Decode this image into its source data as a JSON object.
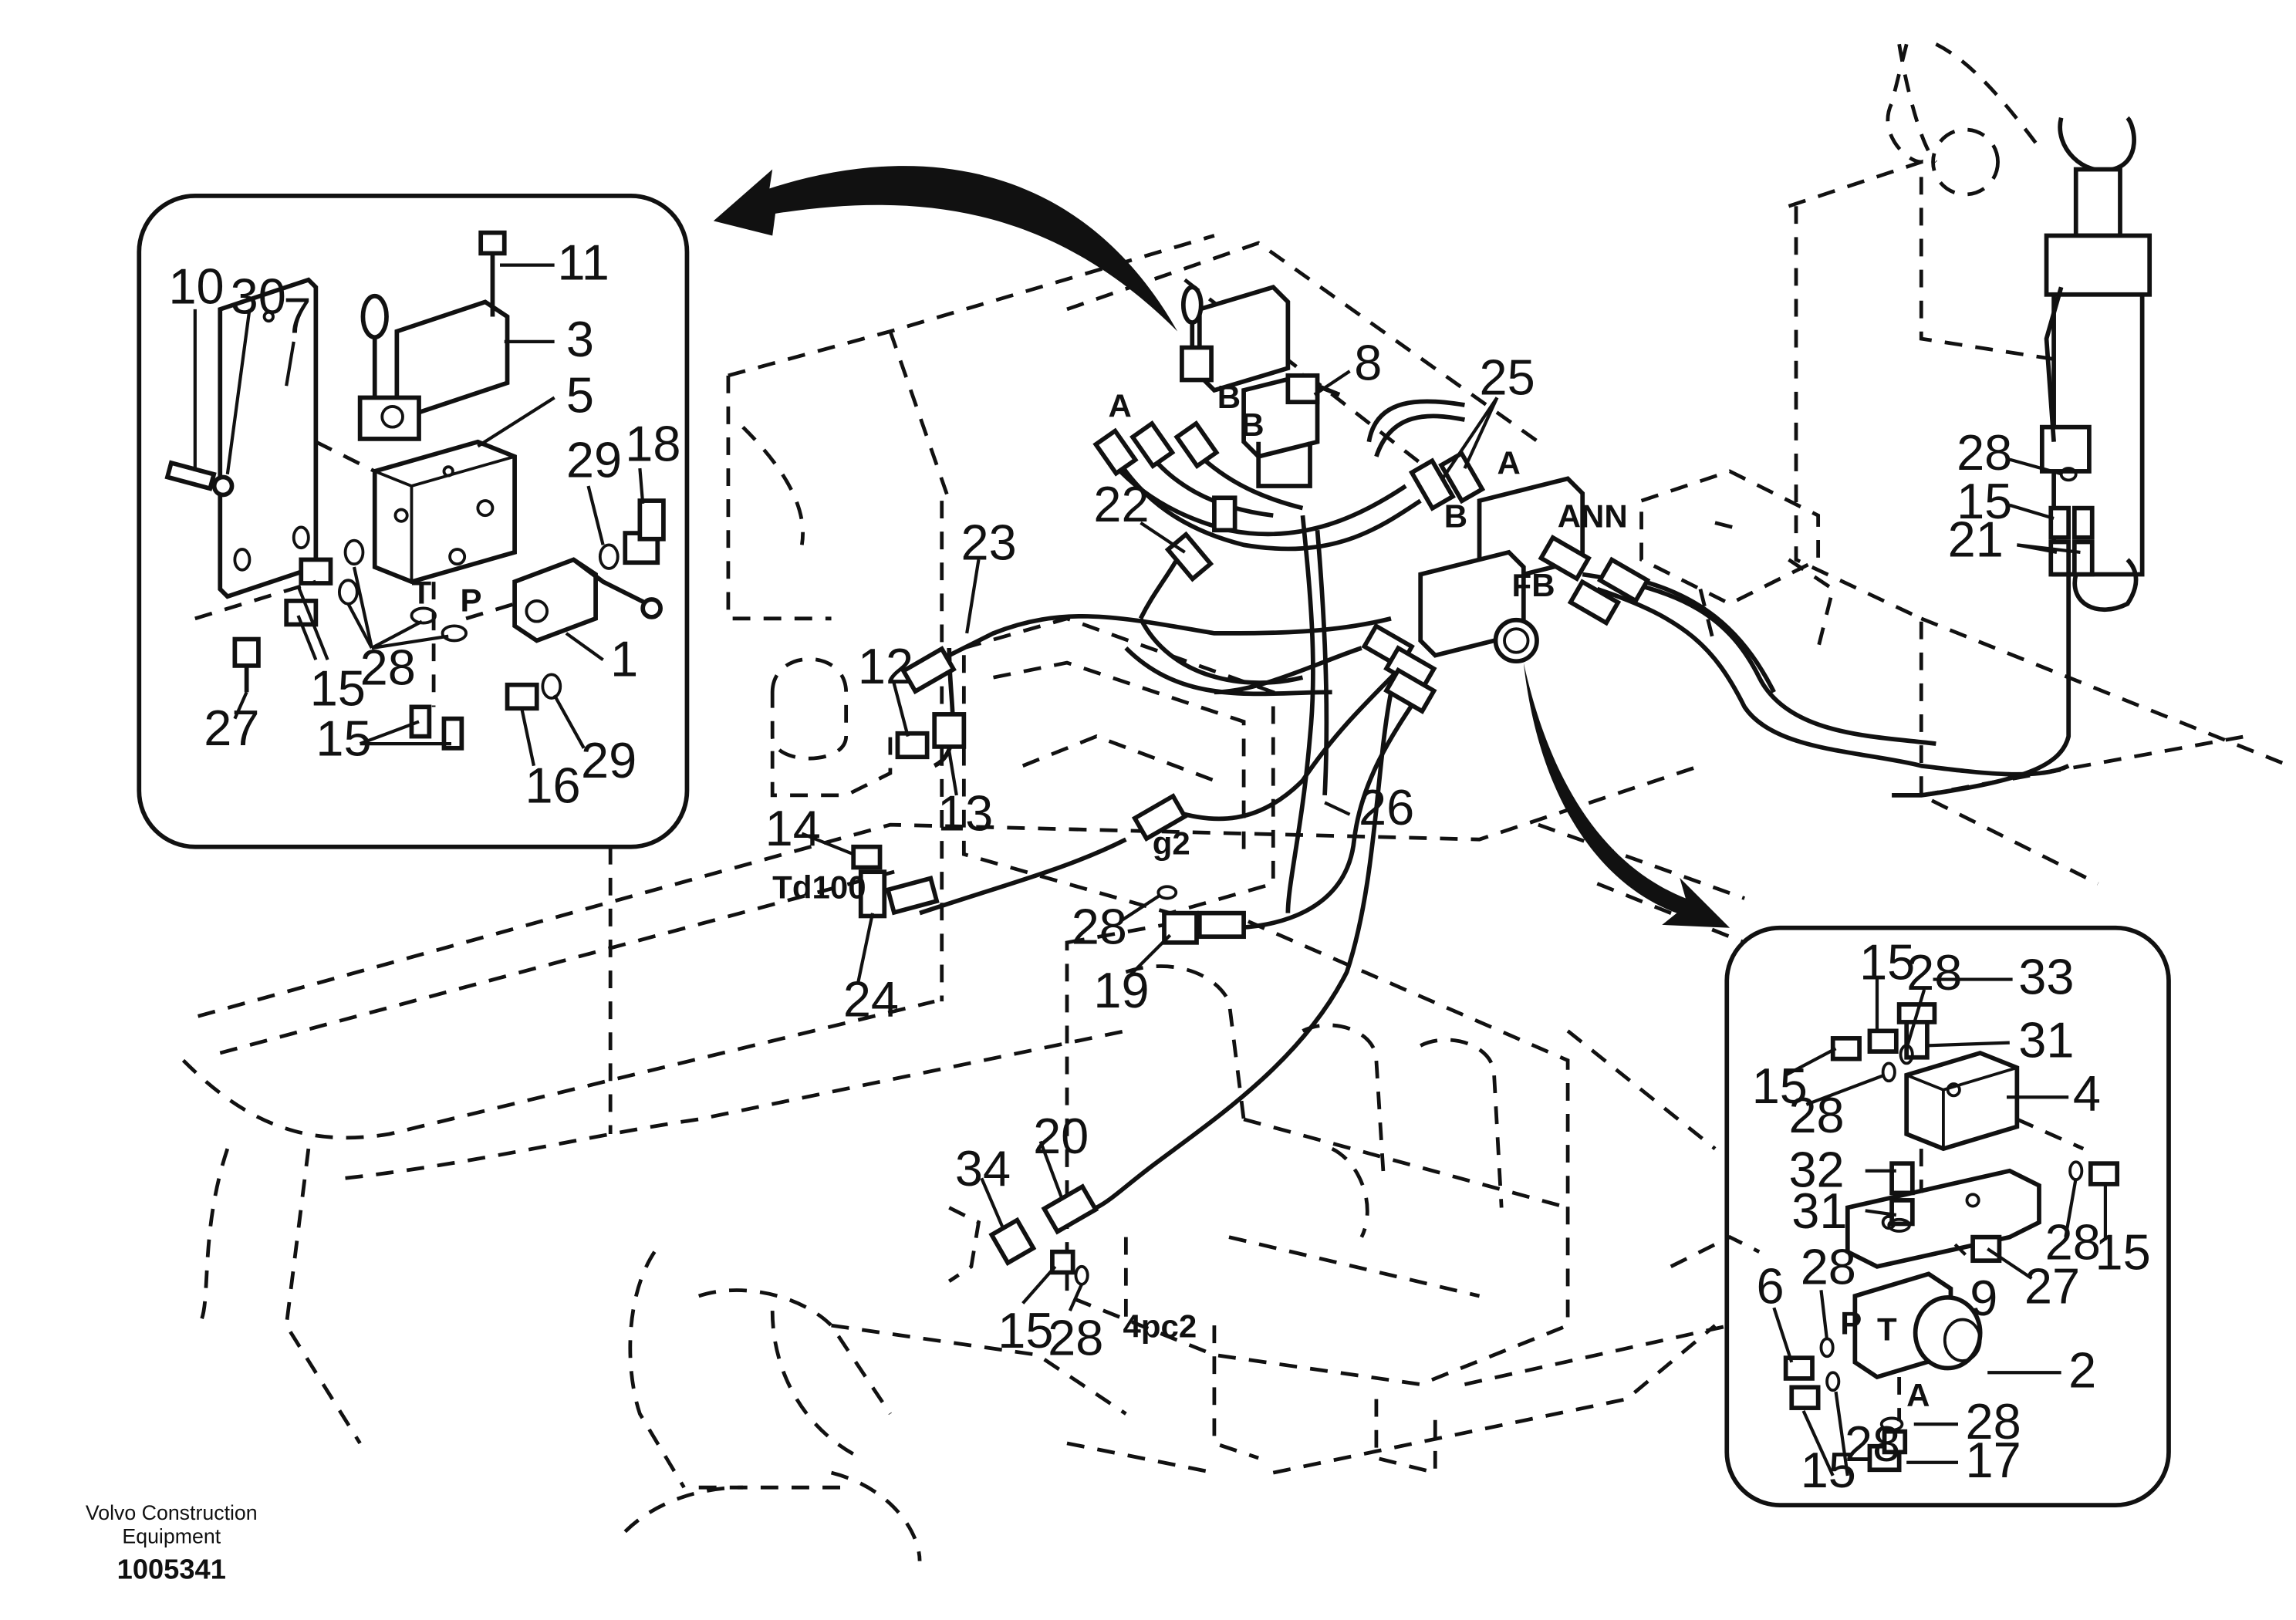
{
  "footer": {
    "company_line1": "Volvo Construction",
    "company_line2": "Equipment",
    "drawing_number": "1005341"
  },
  "port_labels": {
    "a_top_left": "A",
    "b_left": "B",
    "b_right": "B",
    "a_right": "A",
    "b_center": "B",
    "ann": "ANN",
    "fb": "FB",
    "g2": "g2",
    "td100": "Td100",
    "pc2": "4pc2",
    "t_left_inset": "T",
    "p_left_inset": "P",
    "p_right_inset": "P",
    "t_right_inset": "T",
    "a_right_inset": "A"
  },
  "callouts": {
    "left_inset": {
      "c10": "10",
      "c30": "30",
      "c7": "7",
      "c11": "11",
      "c3": "3",
      "c5": "5",
      "c29a": "29",
      "c18": "18",
      "c15a": "15",
      "c28": "28",
      "c1": "1",
      "c27": "27",
      "c15b": "15",
      "c16": "16",
      "c29b": "29"
    },
    "main": {
      "c25": "25",
      "c8": "8",
      "c22": "22",
      "c23": "23",
      "c12": "12",
      "c13": "13",
      "c14": "14",
      "c24": "24",
      "c28": "28",
      "c19": "19",
      "c26": "26",
      "c20": "20",
      "c34": "34",
      "c15": "15",
      "c28b": "28",
      "c28c": "28",
      "c15c": "15",
      "c21": "21"
    },
    "right_inset": {
      "c15a": "15",
      "c28a": "28",
      "c33": "33",
      "c31a": "31",
      "c15b": "15",
      "c28b": "28",
      "c4": "4",
      "c32": "32",
      "c31b": "31",
      "c28c": "28",
      "c15c": "15",
      "c6": "6",
      "c28d": "28",
      "c9": "9",
      "c27": "27",
      "c2": "2",
      "c28e": "28",
      "c15d": "15",
      "c17": "17",
      "c28f": "28"
    }
  }
}
